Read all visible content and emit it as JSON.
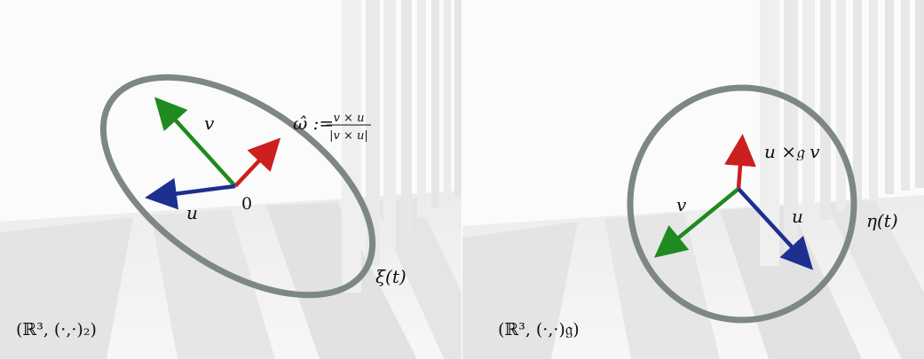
{
  "left_panel": {
    "vector_v": "v",
    "vector_u": "u",
    "origin": "0",
    "omega_lhs": "ω̂ :=",
    "omega_num": "v × u",
    "omega_den": "|v × u|",
    "curve": "ξ(t)",
    "space": "(ℝ³, (·,·)₂)"
  },
  "right_panel": {
    "vector_cross": "u ×𝔤 v",
    "vector_v": "v",
    "vector_u": "u",
    "curve": "η(t)",
    "space": "(ℝ³, (·,·)𝔤)"
  },
  "colors": {
    "ring": "#7d8784",
    "red_vector": "#cc1f1f",
    "green_vector": "#1f8a1f",
    "blue_vector": "#1d2f8f"
  },
  "icons": {
    "red": "arrow-red-icon",
    "green": "arrow-green-icon",
    "blue": "arrow-blue-icon"
  }
}
